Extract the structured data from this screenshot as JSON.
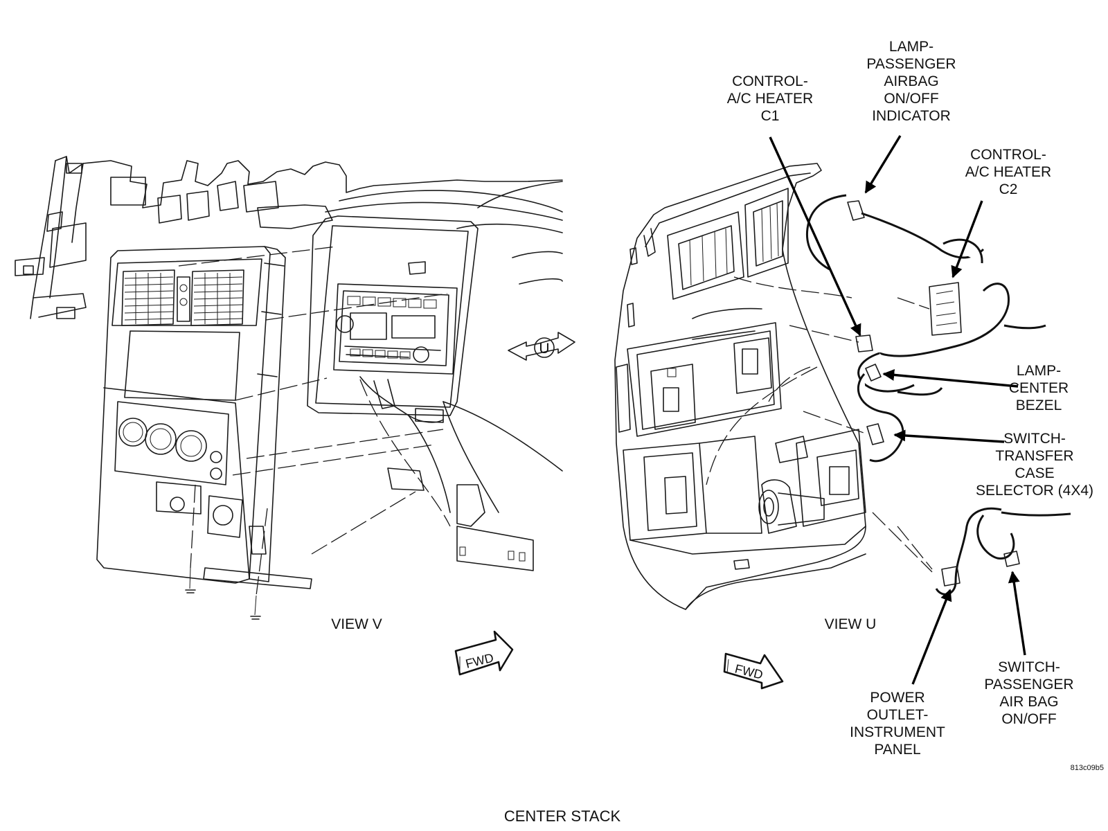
{
  "title": "CENTER STACK",
  "figure_code": "813c09b5",
  "views": {
    "left": "VIEW V",
    "right": "VIEW U"
  },
  "fwd_label": "FWD",
  "view_marker": "U",
  "callouts": [
    {
      "id": "control-ac-heater-c1",
      "lines": [
        "CONTROL-",
        "A/C HEATER",
        "C1"
      ]
    },
    {
      "id": "lamp-passenger-airbag",
      "lines": [
        "LAMP-",
        "PASSENGER",
        "AIRBAG",
        "ON/OFF",
        "INDICATOR"
      ]
    },
    {
      "id": "control-ac-heater-c2",
      "lines": [
        "CONTROL-",
        "A/C HEATER",
        "C2"
      ]
    },
    {
      "id": "lamp-center-bezel",
      "lines": [
        "LAMP-",
        "CENTER",
        "BEZEL"
      ]
    },
    {
      "id": "switch-transfer-case",
      "lines": [
        "SWITCH-",
        "TRANSFER",
        "CASE",
        "SELECTOR (4X4)"
      ]
    },
    {
      "id": "power-outlet",
      "lines": [
        "POWER",
        "OUTLET-",
        "INSTRUMENT",
        "PANEL"
      ]
    },
    {
      "id": "switch-passenger-airbag",
      "lines": [
        "SWITCH-",
        "PASSENGER",
        "AIR BAG",
        "ON/OFF"
      ]
    }
  ]
}
